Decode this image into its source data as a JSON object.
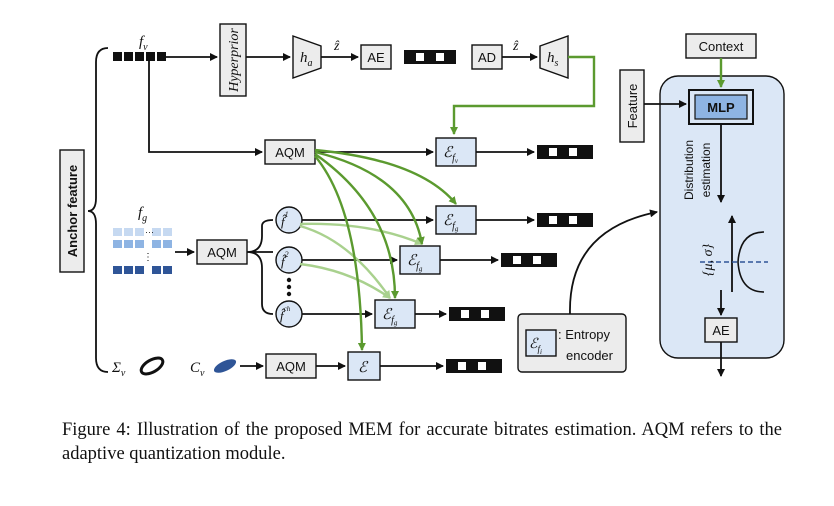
{
  "figure": {
    "anchor_feature": "Anchor feature",
    "f_v": "f",
    "f_v_sub": "v",
    "f_g": "f",
    "f_g_sub": "g",
    "hyperprior": "Hyperprior",
    "h_a": "h",
    "h_a_sub": "a",
    "h_s": "h",
    "h_s_sub": "s",
    "z_hat": "ẑ",
    "ae": "AE",
    "ad": "AD",
    "aqm": "AQM",
    "entropy": "ℰ",
    "sub_fv": "f",
    "sub_fv2": "v",
    "sub_fg": "f",
    "sub_fg2": "g",
    "fg_hat": "f̂",
    "fg_sup1": "1",
    "fg_sup2": "2",
    "fg_supch": "ch",
    "sigma_v": "Σ",
    "sigma_v_sub": "v",
    "c_v": "C",
    "c_v_sub": "v",
    "legend_sym": "ℰ",
    "legend_sub": "f",
    "legend_sub2": "i",
    "legend_text_1": ": Entropy",
    "legend_text_2": "encoder",
    "context": "Context",
    "feature": "Feature",
    "mlp": "MLP",
    "dist_1": "Distribution",
    "dist_2": "estimation",
    "mu_sigma": "{μ, σ}"
  },
  "caption": {
    "text": "Figure 4: Illustration of the proposed MEM for accurate bitrates estimation. AQM refers to the adaptive quantization module."
  },
  "colors": {
    "arrow_green": "#5b9a2f",
    "arrow_green_light": "#a9d18e",
    "panel_blue": "#dbe7f6",
    "box_grey": "#ececec"
  }
}
